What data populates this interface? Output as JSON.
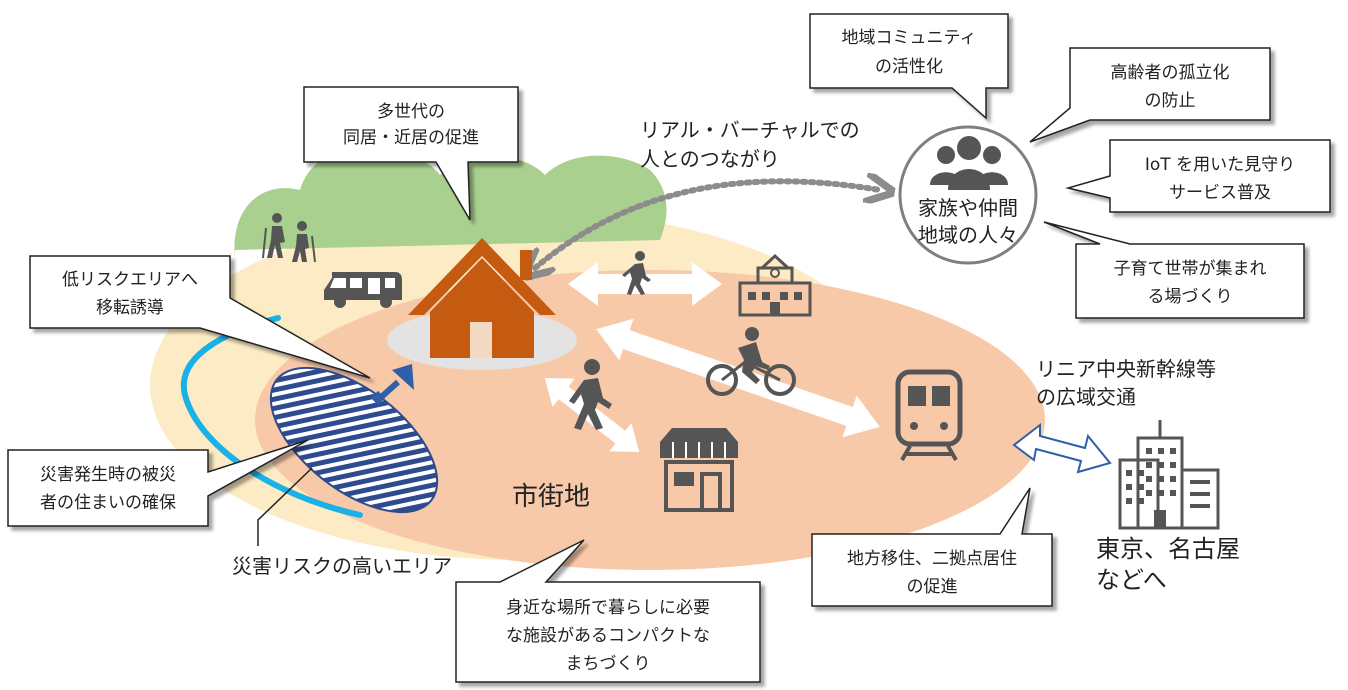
{
  "callouts": {
    "multi_generation": [
      "多世代の",
      "同居・近居の促進"
    ],
    "low_risk_relocation": [
      "低リスクエリアへ",
      "移転誘導"
    ],
    "disaster_housing": [
      "災害発生時の被災",
      "者の住まいの確保"
    ],
    "compact_town": [
      "身近な場所で暮らしに必要",
      "な施設があるコンパクトな",
      "まちづくり"
    ],
    "local_community": [
      "地域コミュニティ",
      "の活性化"
    ],
    "elderly_isolation": [
      "高齢者の孤立化",
      "の防止"
    ],
    "iot_watch": [
      "IoT を用いた見守り",
      "サービス普及"
    ],
    "child_rearing": [
      "子育て世帯が集まれ",
      "る場づくり"
    ],
    "relocation": [
      "地方移住、二拠点居住",
      "の促進"
    ]
  },
  "labels": {
    "real_virtual": [
      "リアル・バーチャルでの",
      "人とのつながり"
    ],
    "people_circle": [
      "家族や仲間",
      "地域の人々"
    ],
    "linear_shinkansen": [
      "リニア中央新幹線等",
      "の広域交通"
    ],
    "city_area": "市街地",
    "high_risk_area": "災害リスクの高いエリア",
    "tokyo_nagoya": [
      "東京、名古屋",
      "などへ"
    ]
  },
  "colors": {
    "green_hills": "#a9d08e",
    "beige_ground": "#fcebc4",
    "city_orange": "#f8c9a9",
    "house": "#c55a11",
    "river": "#1ab0e8",
    "risk_hatch": "#2f4b8f",
    "arrow_blue": "#2e5fa8",
    "icon_gray": "#555555",
    "dotted_arrow": "#8c8c8c"
  },
  "icons": [
    "hikers-icon",
    "camper-van-icon",
    "house-icon",
    "walker-icon",
    "school-icon",
    "cyclist-icon",
    "pedestrian-icon",
    "shop-icon",
    "train-icon",
    "people-group-icon",
    "buildings-icon"
  ]
}
